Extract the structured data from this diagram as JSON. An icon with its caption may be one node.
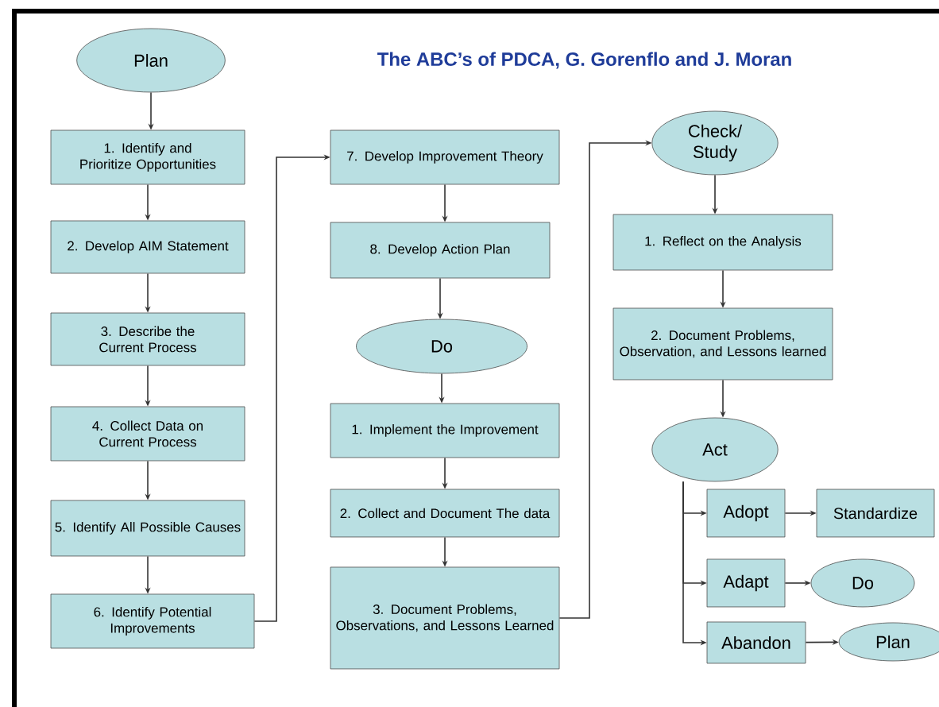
{
  "diagram": {
    "title": "The ABC’s of PDCA, G. Gorenflo and J. Moran",
    "nodes": [
      {
        "text": [
          "Plan"
        ]
      },
      {
        "text": [
          "1. Identify and Prioritize Opportunities"
        ]
      },
      {
        "text": [
          "2. Develop AIM Statement"
        ]
      },
      {
        "text": [
          "3. Describe the Current Process"
        ]
      },
      {
        "text": [
          "4. Collect Data on Current Process"
        ]
      },
      {
        "text": [
          "5. Identify All Possible Causes"
        ]
      },
      {
        "text": [
          "6. Identify Potential Improvements"
        ]
      },
      {
        "text": [
          "7. Develop Improvement Theory"
        ]
      },
      {
        "text": [
          "8. Develop Action Plan"
        ]
      },
      {
        "text": [
          "Do"
        ]
      },
      {
        "text": [
          "1. Implement the Improvement"
        ]
      },
      {
        "text": [
          "2. Collect and Document The data"
        ]
      },
      {
        "text": [
          "3. Document Problems, Observations, and Lessons Learned"
        ]
      },
      {
        "text": [
          "Check/ Study"
        ]
      },
      {
        "text": [
          "1. Reflect on the Analysis"
        ]
      },
      {
        "text": [
          "2. Document Problems, Observation, and Lessons learned"
        ]
      },
      {
        "text": [
          "Act"
        ]
      },
      {
        "text": [
          "Adopt"
        ]
      },
      {
        "text": [
          "Standardize"
        ]
      },
      {
        "text": [
          "Adapt"
        ]
      },
      {
        "text": [
          "Do"
        ]
      },
      {
        "text": [
          "Abandon"
        ]
      },
      {
        "text": [
          "Plan"
        ]
      }
    ],
    "edges": [
      {
        "from": 0,
        "to": 1,
        "arrow": "to"
      },
      {
        "from": 1,
        "to": 2,
        "arrow": "to"
      },
      {
        "from": 2,
        "to": 3,
        "arrow": "to"
      },
      {
        "from": 3,
        "to": 4,
        "arrow": "to"
      },
      {
        "from": 4,
        "to": 5,
        "arrow": "to"
      },
      {
        "from": 5,
        "to": 6,
        "arrow": "to"
      },
      {
        "from": 6,
        "to": 7,
        "arrow": "to"
      },
      {
        "from": 7,
        "to": 8,
        "arrow": "to"
      },
      {
        "from": 8,
        "to": 9,
        "arrow": "to"
      },
      {
        "from": 9,
        "to": 10,
        "arrow": "to"
      },
      {
        "from": 10,
        "to": 11,
        "arrow": "to"
      },
      {
        "from": 11,
        "to": 12,
        "arrow": "to"
      },
      {
        "from": 12,
        "to": 13,
        "arrow": "to"
      },
      {
        "from": 13,
        "to": 14,
        "arrow": "to"
      },
      {
        "from": 14,
        "to": 15,
        "arrow": "to"
      },
      {
        "from": 15,
        "to": 16,
        "arrow": "to"
      },
      {
        "from": 16,
        "to": 17,
        "arrow": "to"
      },
      {
        "from": 16,
        "to": 19,
        "arrow": "to"
      },
      {
        "from": 16,
        "to": 21,
        "arrow": "to"
      },
      {
        "from": 17,
        "to": 18,
        "arrow": "to"
      },
      {
        "from": 19,
        "to": 20,
        "arrow": "to"
      },
      {
        "from": 21,
        "to": 22,
        "arrow": "to"
      }
    ]
  }
}
